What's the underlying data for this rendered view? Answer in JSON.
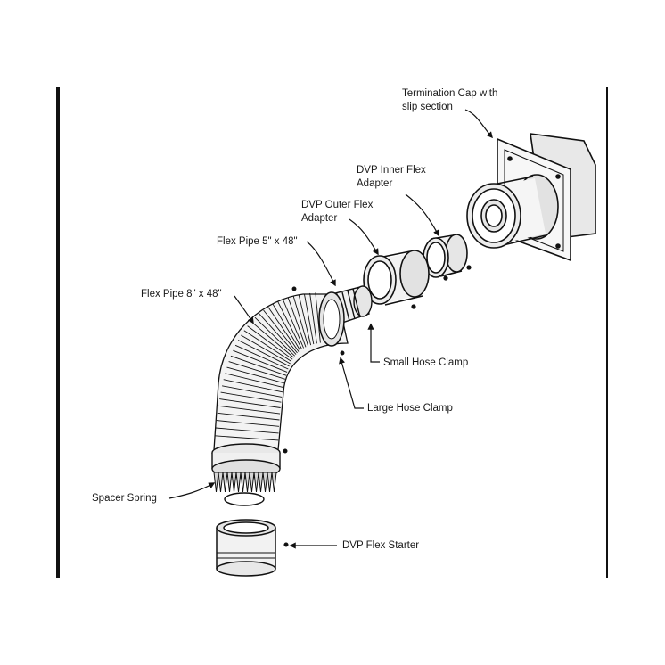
{
  "labels": {
    "termination_cap_line1": "Termination Cap with",
    "termination_cap_line2": "slip section",
    "dvp_inner_line1": "DVP Inner Flex",
    "dvp_inner_line2": "Adapter",
    "dvp_outer_line1": "DVP Outer Flex",
    "dvp_outer_line2": "Adapter",
    "flex_pipe_5": "Flex Pipe 5\" x 48\"",
    "flex_pipe_8": "Flex Pipe 8\" x 48\"",
    "small_hose_clamp": "Small Hose Clamp",
    "large_hose_clamp": "Large Hose Clamp",
    "spacer_spring": "Spacer Spring",
    "dvp_flex_starter": "DVP Flex Starter"
  },
  "colors": {
    "line": "#111111",
    "fill_light": "#f2f2f2",
    "fill_mid": "#d9d9d9",
    "background": "#ffffff"
  }
}
